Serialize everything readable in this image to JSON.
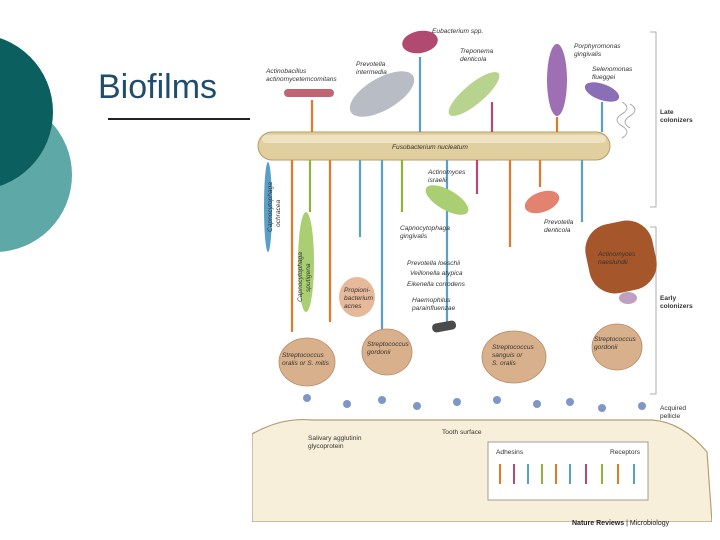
{
  "slide": {
    "title": "Biofilms"
  },
  "diagram": {
    "species": {
      "eubacterium": "Eubacterium spp.",
      "treponema": "Treponema",
      "treponema2": "denticola",
      "porphyromonas": "Porphyromonas",
      "porphyromonas2": "gingivalis",
      "selenomonas": "Selenomonas",
      "selenomonas2": "flueggei",
      "actino_a": "Actinobacillus",
      "actino_a2": "actinomycetemcomitans",
      "prevotella_i": "Prevotella",
      "prevotella_i2": "intermedia",
      "fusobacterium": "Fusobacterium nucleatum",
      "capno_o": "Capnocytophaga",
      "capno_o2": "ochracea",
      "capno_s": "Capnocytophaga",
      "capno_s2": "sputigena",
      "actino_i": "Actinomyces",
      "actino_i2": "israelii",
      "prevotella_d": "Prevotella",
      "prevotella_d2": "denticola",
      "capno_g": "Capnocytophaga",
      "capno_g2": "gingivalis",
      "prevotella_l": "Prevotella loeschii",
      "veillonella": "Veillonella atypica",
      "eikenella": "Eikenella corrodens",
      "actino_n": "Actinomyces",
      "actino_n2": "naeslundii",
      "propioni": "Propioni-",
      "propioni2": "bacterium",
      "propioni3": "acnes",
      "haemophilus": "Haemophilus",
      "haemophilus2": "parainfluenzae",
      "strep_m": "Streptococcus",
      "strep_m2": "oralis or S. mitis",
      "strep_g": "Streptococcus",
      "strep_g2": "gordonii",
      "strep_s": "Streptococcus",
      "strep_s2": "sanguis or",
      "strep_s3": "S. oralis",
      "strep_go": "Streptococcus",
      "strep_go2": "gordonii"
    },
    "zones": {
      "late": "Late",
      "late2": "colonizers",
      "early": "Early",
      "early2": "colonizers",
      "pellicle": "Acquired",
      "pellicle2": "pellicle",
      "tooth": "Tooth surface",
      "salivary": "Salivary agglutinin",
      "salivary2": "glycoprotein"
    },
    "legend": {
      "adhesins": "Adhesins",
      "receptors": "Receptors"
    },
    "colors": {
      "fuso": "#e2cfa0",
      "strep": "#d9b08c",
      "tooth": "#f7efd9",
      "pellicle": "#7f96c8",
      "actino_n": "#a5562b"
    }
  },
  "credit": {
    "publisher": "Nature Reviews",
    "journal": "Microbiology"
  }
}
